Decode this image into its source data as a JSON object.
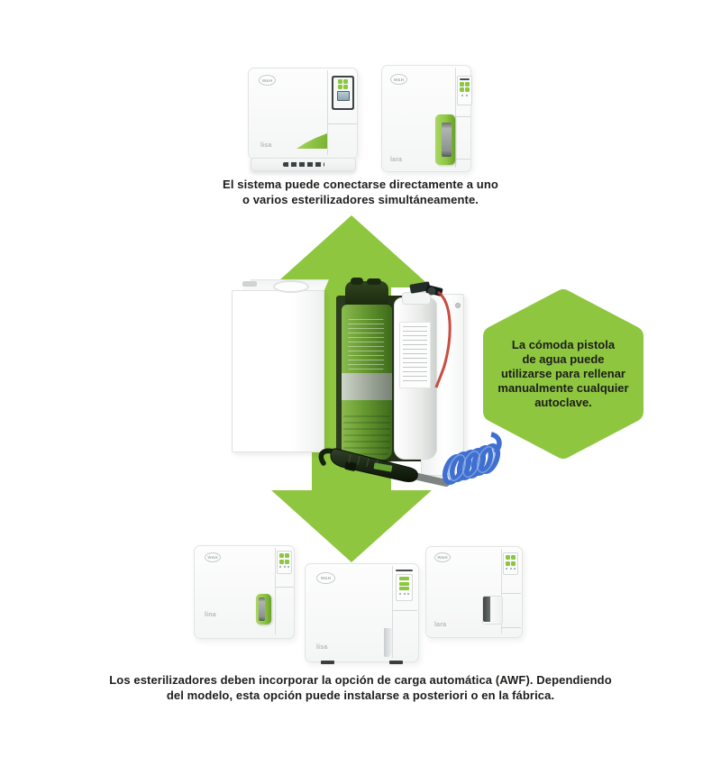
{
  "colors": {
    "accent_green": "#8ec63f",
    "text_dark": "#1d1d1b",
    "hose_blue": "#3f6fd0",
    "filter_green": "#63962f",
    "device_white": "#fafbfb"
  },
  "captions": {
    "top": "El sistema puede conectarse directamente a uno\no varios esterilizadores simultáneamente.",
    "bottom": "Los esterilizadores deben incorporar la opción de carga automática (AWF). Dependiendo\ndel modelo, esta opción puede instalarse a posteriori o en la fábrica."
  },
  "hexagon_note": {
    "text": "La cómoda pistola\nde agua puede\nutilizarse para rellenar\nmanualmente cualquier\nautoclave."
  },
  "devices": {
    "top_left": {
      "brand": "W&H",
      "model": "lisa"
    },
    "top_right": {
      "brand": "W&H",
      "model": "lara"
    },
    "bottom_left": {
      "brand": "W&H",
      "model": "lina"
    },
    "bottom_middle": {
      "brand": "W&H",
      "model": "lisa"
    },
    "bottom_right": {
      "brand": "W&H",
      "model": "lara"
    }
  }
}
